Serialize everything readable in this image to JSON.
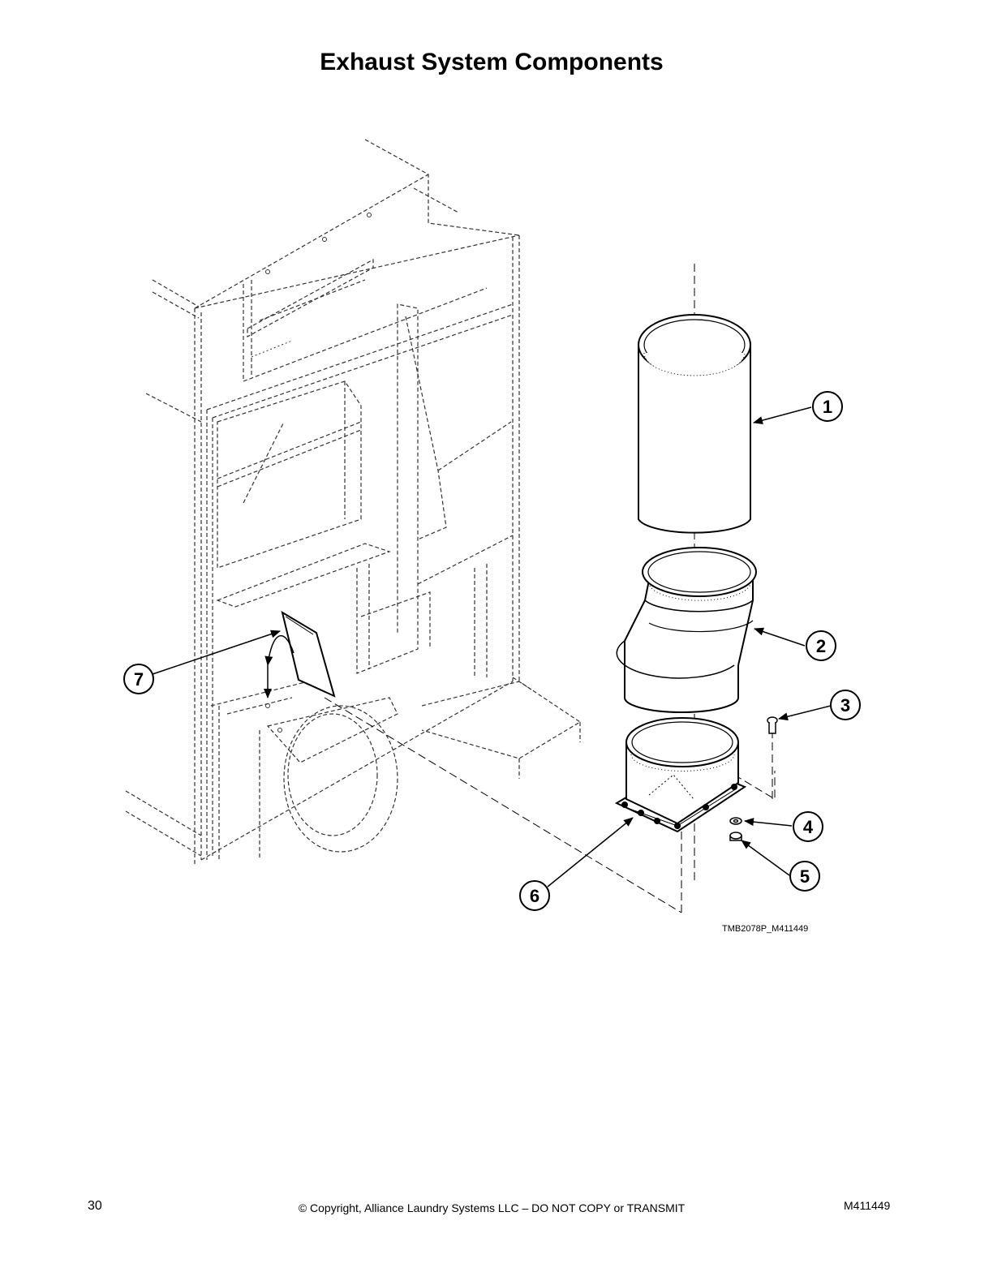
{
  "page": {
    "title": "Exhaust System Components",
    "figure_id": "TMB2078P_M411449",
    "page_number": "30",
    "copyright": "© Copyright, Alliance Laundry Systems LLC – DO NOT COPY or TRANSMIT",
    "doc_number": "M411449"
  },
  "callouts": [
    "1",
    "2",
    "3",
    "4",
    "5",
    "6",
    "7"
  ]
}
